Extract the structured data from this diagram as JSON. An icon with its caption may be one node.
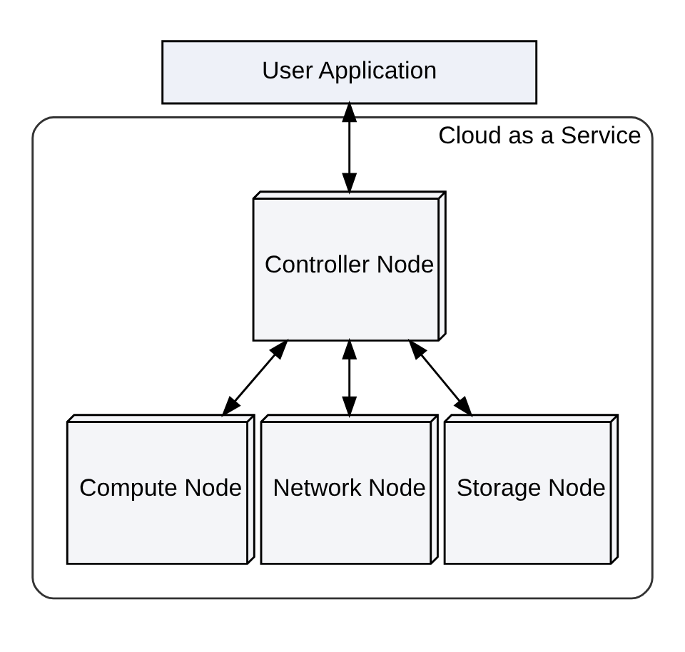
{
  "diagram": {
    "nodes": [
      {
        "text": [
          "User Application"
        ]
      },
      {
        "text": [
          "Cloud as a Service"
        ]
      },
      {
        "text": [
          "Controller Node"
        ],
        "in": 1
      },
      {
        "text": [
          "Compute Node"
        ],
        "in": 1
      },
      {
        "text": [
          "Network Node"
        ],
        "in": 1
      },
      {
        "text": [
          "Storage Node"
        ],
        "in": 1
      }
    ],
    "edges": [
      {
        "from": 0,
        "to": 2,
        "arrow": "both"
      },
      {
        "from": 2,
        "to": 3,
        "arrow": "both"
      },
      {
        "from": 2,
        "to": 4,
        "arrow": "both"
      },
      {
        "from": 2,
        "to": 5,
        "arrow": "both"
      }
    ]
  }
}
